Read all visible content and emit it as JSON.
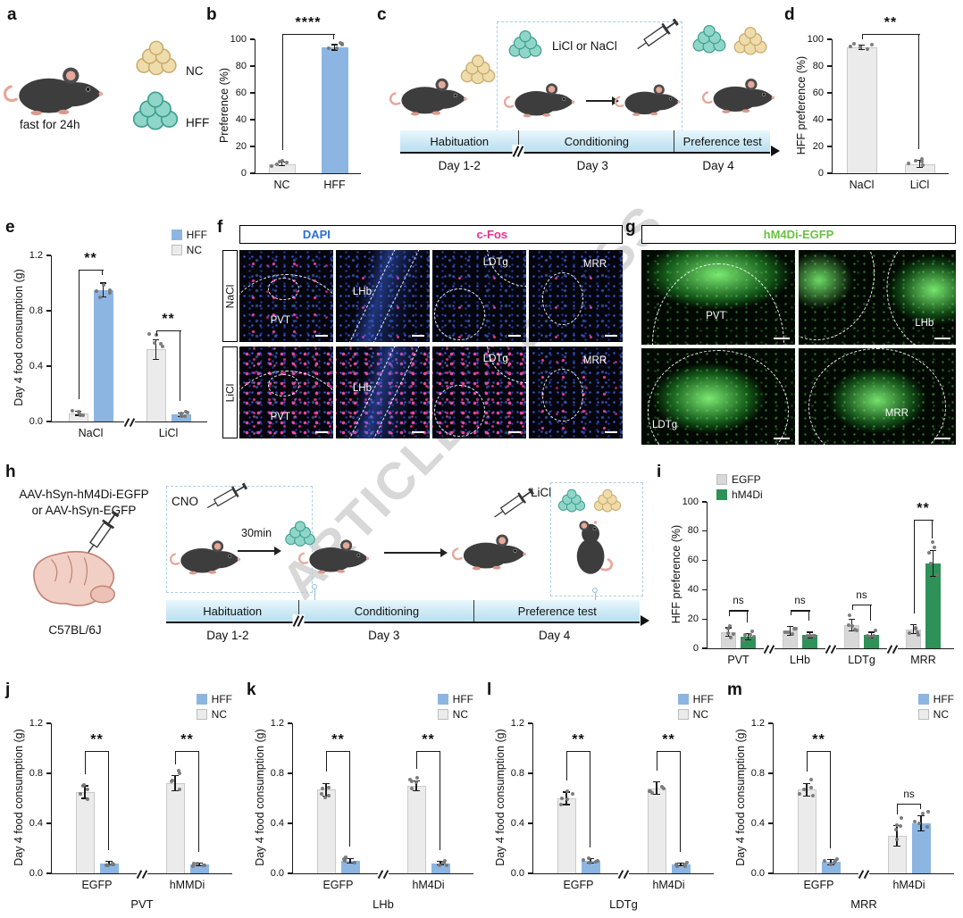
{
  "watermark": "ARTICLE IN PRESS",
  "colors": {
    "hff": "#8cb5e2",
    "nc": "#ebebeb",
    "egfp": "#d8d8d8",
    "hm4di": "#2e9158",
    "dapi_text": "#2b6fd4",
    "cfos_text": "#e8308a",
    "egfp_text": "#6abf43"
  },
  "panels": {
    "a": {
      "label": "a",
      "fast_text": "fast for 24h",
      "nc": "NC",
      "hff": "HFF"
    },
    "b": {
      "label": "b"
    },
    "c": {
      "label": "c",
      "injection": "LiCl or NaCl",
      "timeline": {
        "segments": [
          "Habituation",
          "Conditioning",
          "Preference test"
        ],
        "days": [
          "Day 1-2",
          "Day 3",
          "Day 4"
        ]
      }
    },
    "d": {
      "label": "d"
    },
    "e": {
      "label": "e"
    },
    "f": {
      "label": "f",
      "header": [
        "DAPI",
        "c-Fos"
      ],
      "rows": [
        "NaCl",
        "LiCl"
      ],
      "regions": [
        "PVT",
        "LHb",
        "LDTg",
        "MRR"
      ]
    },
    "g": {
      "label": "g",
      "header": "hM4Di-EGFP",
      "regions": [
        "PVT",
        "LHb",
        "LDTg",
        "MRR"
      ]
    },
    "h": {
      "label": "h",
      "virus_line1": "AAV-hSyn-hM4Di-EGFP",
      "virus_line2": "or AAV-hSyn-EGFP",
      "strain": "C57BL/6J",
      "cno": "CNO",
      "delay": "30min",
      "licl": "LiCl",
      "timeline": {
        "segments": [
          "Habituation",
          "Conditioning",
          "Preference test"
        ],
        "days": [
          "Day 1-2",
          "Day 3",
          "Day 4"
        ]
      }
    },
    "i": {
      "label": "i"
    },
    "j": {
      "label": "j"
    },
    "k": {
      "label": "k"
    },
    "l": {
      "label": "l"
    },
    "m": {
      "label": "m"
    }
  },
  "chart_data": [
    {
      "id": "b",
      "type": "bar",
      "ylabel": "Preference (%)",
      "ylim": [
        0,
        100
      ],
      "yticks": [
        0,
        20,
        40,
        60,
        80,
        100
      ],
      "ytick_labels": [
        "0",
        "20",
        "40",
        "60",
        "80",
        "100"
      ],
      "categories": [
        "NC",
        "HFF"
      ],
      "series": [
        {
          "name": null,
          "colors": [
            "nc",
            "hff"
          ],
          "values": [
            7,
            94
          ],
          "errors": [
            1.5,
            2
          ]
        }
      ],
      "sig": [
        {
          "from": [
            0,
            0
          ],
          "to": [
            1,
            0
          ],
          "text": "****",
          "y": 104
        }
      ]
    },
    {
      "id": "d",
      "type": "bar",
      "ylabel": "HFF preference (%)",
      "ylim": [
        0,
        100
      ],
      "yticks": [
        0,
        20,
        40,
        60,
        80,
        100
      ],
      "ytick_labels": [
        "0",
        "20",
        "40",
        "60",
        "80",
        "100"
      ],
      "categories": [
        "NaCl",
        "LiCl"
      ],
      "series": [
        {
          "name": null,
          "colors": [
            "nc",
            "nc"
          ],
          "values": [
            94,
            7
          ],
          "errors": [
            1.5,
            2.5
          ]
        }
      ],
      "sig": [
        {
          "from": [
            0,
            0
          ],
          "to": [
            1,
            0
          ],
          "text": "**",
          "y": 104
        }
      ]
    },
    {
      "id": "e",
      "type": "grouped-bar",
      "ylabel": "Day 4 food consumption (g)",
      "ylim": [
        0,
        1.2
      ],
      "yticks": [
        0,
        0.4,
        0.8,
        1.2
      ],
      "ytick_labels": [
        "0.0",
        "0.4",
        "0.8",
        "1.2"
      ],
      "categories": [
        "NaCl",
        "LiCl"
      ],
      "axis_break": true,
      "series": [
        {
          "name": "NC",
          "color": "nc",
          "values": [
            0.06,
            0.52
          ],
          "errors": [
            0.015,
            0.07
          ]
        },
        {
          "name": "HFF",
          "color": "hff",
          "values": [
            0.95,
            0.05
          ],
          "errors": [
            0.05,
            0.012
          ]
        }
      ],
      "legend": [
        {
          "label": "HFF",
          "color": "hff"
        },
        {
          "label": "NC",
          "color": "nc"
        }
      ],
      "legend_pos": "tr",
      "sig": [
        {
          "from": [
            0,
            0
          ],
          "to": [
            0,
            1
          ],
          "text": "**",
          "y": 1.1
        },
        {
          "from": [
            1,
            0
          ],
          "to": [
            1,
            1
          ],
          "text": "**",
          "y": 0.66
        }
      ]
    },
    {
      "id": "i",
      "type": "grouped-bar",
      "ylabel": "HFF preference (%)",
      "ylim": [
        0,
        100
      ],
      "yticks": [
        0,
        20,
        40,
        60,
        80,
        100
      ],
      "ytick_labels": [
        "0",
        "20",
        "40",
        "60",
        "80",
        "100"
      ],
      "categories": [
        "PVT",
        "LHb",
        "LDTg",
        "MRR"
      ],
      "axis_break": true,
      "series": [
        {
          "name": "EGFP",
          "color": "egfp",
          "values": [
            11,
            12,
            16,
            13
          ],
          "errors": [
            3,
            3,
            4,
            3
          ]
        },
        {
          "name": "hM4Di",
          "color": "hm4di",
          "values": [
            8,
            9,
            9,
            58
          ],
          "errors": [
            2,
            2,
            2,
            9
          ]
        }
      ],
      "legend": [
        {
          "label": "EGFP",
          "color": "egfp"
        },
        {
          "label": "hM4Di",
          "color": "hm4di"
        }
      ],
      "legend_pos": "tl",
      "sig": [
        {
          "from": [
            0,
            0
          ],
          "to": [
            0,
            1
          ],
          "text": "ns",
          "y": 26
        },
        {
          "from": [
            1,
            0
          ],
          "to": [
            1,
            1
          ],
          "text": "ns",
          "y": 26
        },
        {
          "from": [
            2,
            0
          ],
          "to": [
            2,
            1
          ],
          "text": "ns",
          "y": 30
        },
        {
          "from": [
            3,
            0
          ],
          "to": [
            3,
            1
          ],
          "text": "**",
          "y": 88
        }
      ]
    },
    {
      "id": "j",
      "type": "grouped-bar",
      "ylabel": "Day 4 food consumption (g)",
      "xlabel": "PVT",
      "ylim": [
        0,
        1.2
      ],
      "yticks": [
        0,
        0.4,
        0.8,
        1.2
      ],
      "ytick_labels": [
        "0.0",
        "0.4",
        "0.8",
        "1.2"
      ],
      "categories": [
        "EGFP",
        "hMMDi"
      ],
      "axis_break": true,
      "series": [
        {
          "name": "NC",
          "color": "nc",
          "values": [
            0.65,
            0.72
          ],
          "errors": [
            0.05,
            0.06
          ]
        },
        {
          "name": "HFF",
          "color": "hff",
          "values": [
            0.08,
            0.07
          ],
          "errors": [
            0.015,
            0.012
          ]
        }
      ],
      "legend": [
        {
          "label": "HFF",
          "color": "hff"
        },
        {
          "label": "NC",
          "color": "nc"
        }
      ],
      "legend_pos": "tr",
      "sig": [
        {
          "from": [
            0,
            0
          ],
          "to": [
            0,
            1
          ],
          "text": "**",
          "y": 0.98
        },
        {
          "from": [
            1,
            0
          ],
          "to": [
            1,
            1
          ],
          "text": "**",
          "y": 0.98
        }
      ]
    },
    {
      "id": "k",
      "type": "grouped-bar",
      "ylabel": "Day 4 food consumption (g)",
      "xlabel": "LHb",
      "ylim": [
        0,
        1.2
      ],
      "yticks": [
        0,
        0.4,
        0.8,
        1.2
      ],
      "ytick_labels": [
        "0.0",
        "0.4",
        "0.8",
        "1.2"
      ],
      "categories": [
        "EGFP",
        "hM4Di"
      ],
      "axis_break": true,
      "series": [
        {
          "name": "NC",
          "color": "nc",
          "values": [
            0.67,
            0.7
          ],
          "errors": [
            0.05,
            0.04
          ]
        },
        {
          "name": "HFF",
          "color": "hff",
          "values": [
            0.1,
            0.08
          ],
          "errors": [
            0.02,
            0.015
          ]
        }
      ],
      "legend": [
        {
          "label": "HFF",
          "color": "hff"
        },
        {
          "label": "NC",
          "color": "nc"
        }
      ],
      "legend_pos": "tr",
      "sig": [
        {
          "from": [
            0,
            0
          ],
          "to": [
            0,
            1
          ],
          "text": "**",
          "y": 0.98
        },
        {
          "from": [
            1,
            0
          ],
          "to": [
            1,
            1
          ],
          "text": "**",
          "y": 0.98
        }
      ]
    },
    {
      "id": "l",
      "type": "grouped-bar",
      "ylabel": "Day 4 food consumption (g)",
      "xlabel": "LDTg",
      "ylim": [
        0,
        1.2
      ],
      "yticks": [
        0,
        0.4,
        0.8,
        1.2
      ],
      "ytick_labels": [
        "0.0",
        "0.4",
        "0.8",
        "1.2"
      ],
      "categories": [
        "EGFP",
        "hM4Di"
      ],
      "axis_break": true,
      "series": [
        {
          "name": "NC",
          "color": "nc",
          "values": [
            0.6,
            0.68
          ],
          "errors": [
            0.05,
            0.05
          ]
        },
        {
          "name": "HFF",
          "color": "hff",
          "values": [
            0.1,
            0.07
          ],
          "errors": [
            0.015,
            0.012
          ]
        }
      ],
      "legend": [
        {
          "label": "HFF",
          "color": "hff"
        },
        {
          "label": "NC",
          "color": "nc"
        }
      ],
      "legend_pos": "tr",
      "sig": [
        {
          "from": [
            0,
            0
          ],
          "to": [
            0,
            1
          ],
          "text": "**",
          "y": 0.98
        },
        {
          "from": [
            1,
            0
          ],
          "to": [
            1,
            1
          ],
          "text": "**",
          "y": 0.98
        }
      ]
    },
    {
      "id": "m",
      "type": "grouped-bar",
      "ylabel": "Day 4 food consumption (g)",
      "xlabel": "MRR",
      "ylim": [
        0,
        1.2
      ],
      "yticks": [
        0,
        0.4,
        0.8,
        1.2
      ],
      "ytick_labels": [
        "0.0",
        "0.4",
        "0.8",
        "1.2"
      ],
      "categories": [
        "EGFP",
        "hM4Di"
      ],
      "axis_break": true,
      "series": [
        {
          "name": "NC",
          "color": "nc",
          "values": [
            0.67,
            0.3
          ],
          "errors": [
            0.05,
            0.08
          ]
        },
        {
          "name": "HFF",
          "color": "hff",
          "values": [
            0.09,
            0.4
          ],
          "errors": [
            0.02,
            0.06
          ]
        }
      ],
      "legend": [
        {
          "label": "HFF",
          "color": "hff"
        },
        {
          "label": "NC",
          "color": "nc"
        }
      ],
      "legend_pos": "tr",
      "sig": [
        {
          "from": [
            0,
            0
          ],
          "to": [
            0,
            1
          ],
          "text": "**",
          "y": 0.98
        },
        {
          "from": [
            1,
            0
          ],
          "to": [
            1,
            1
          ],
          "text": "ns",
          "y": 0.56
        }
      ]
    }
  ]
}
